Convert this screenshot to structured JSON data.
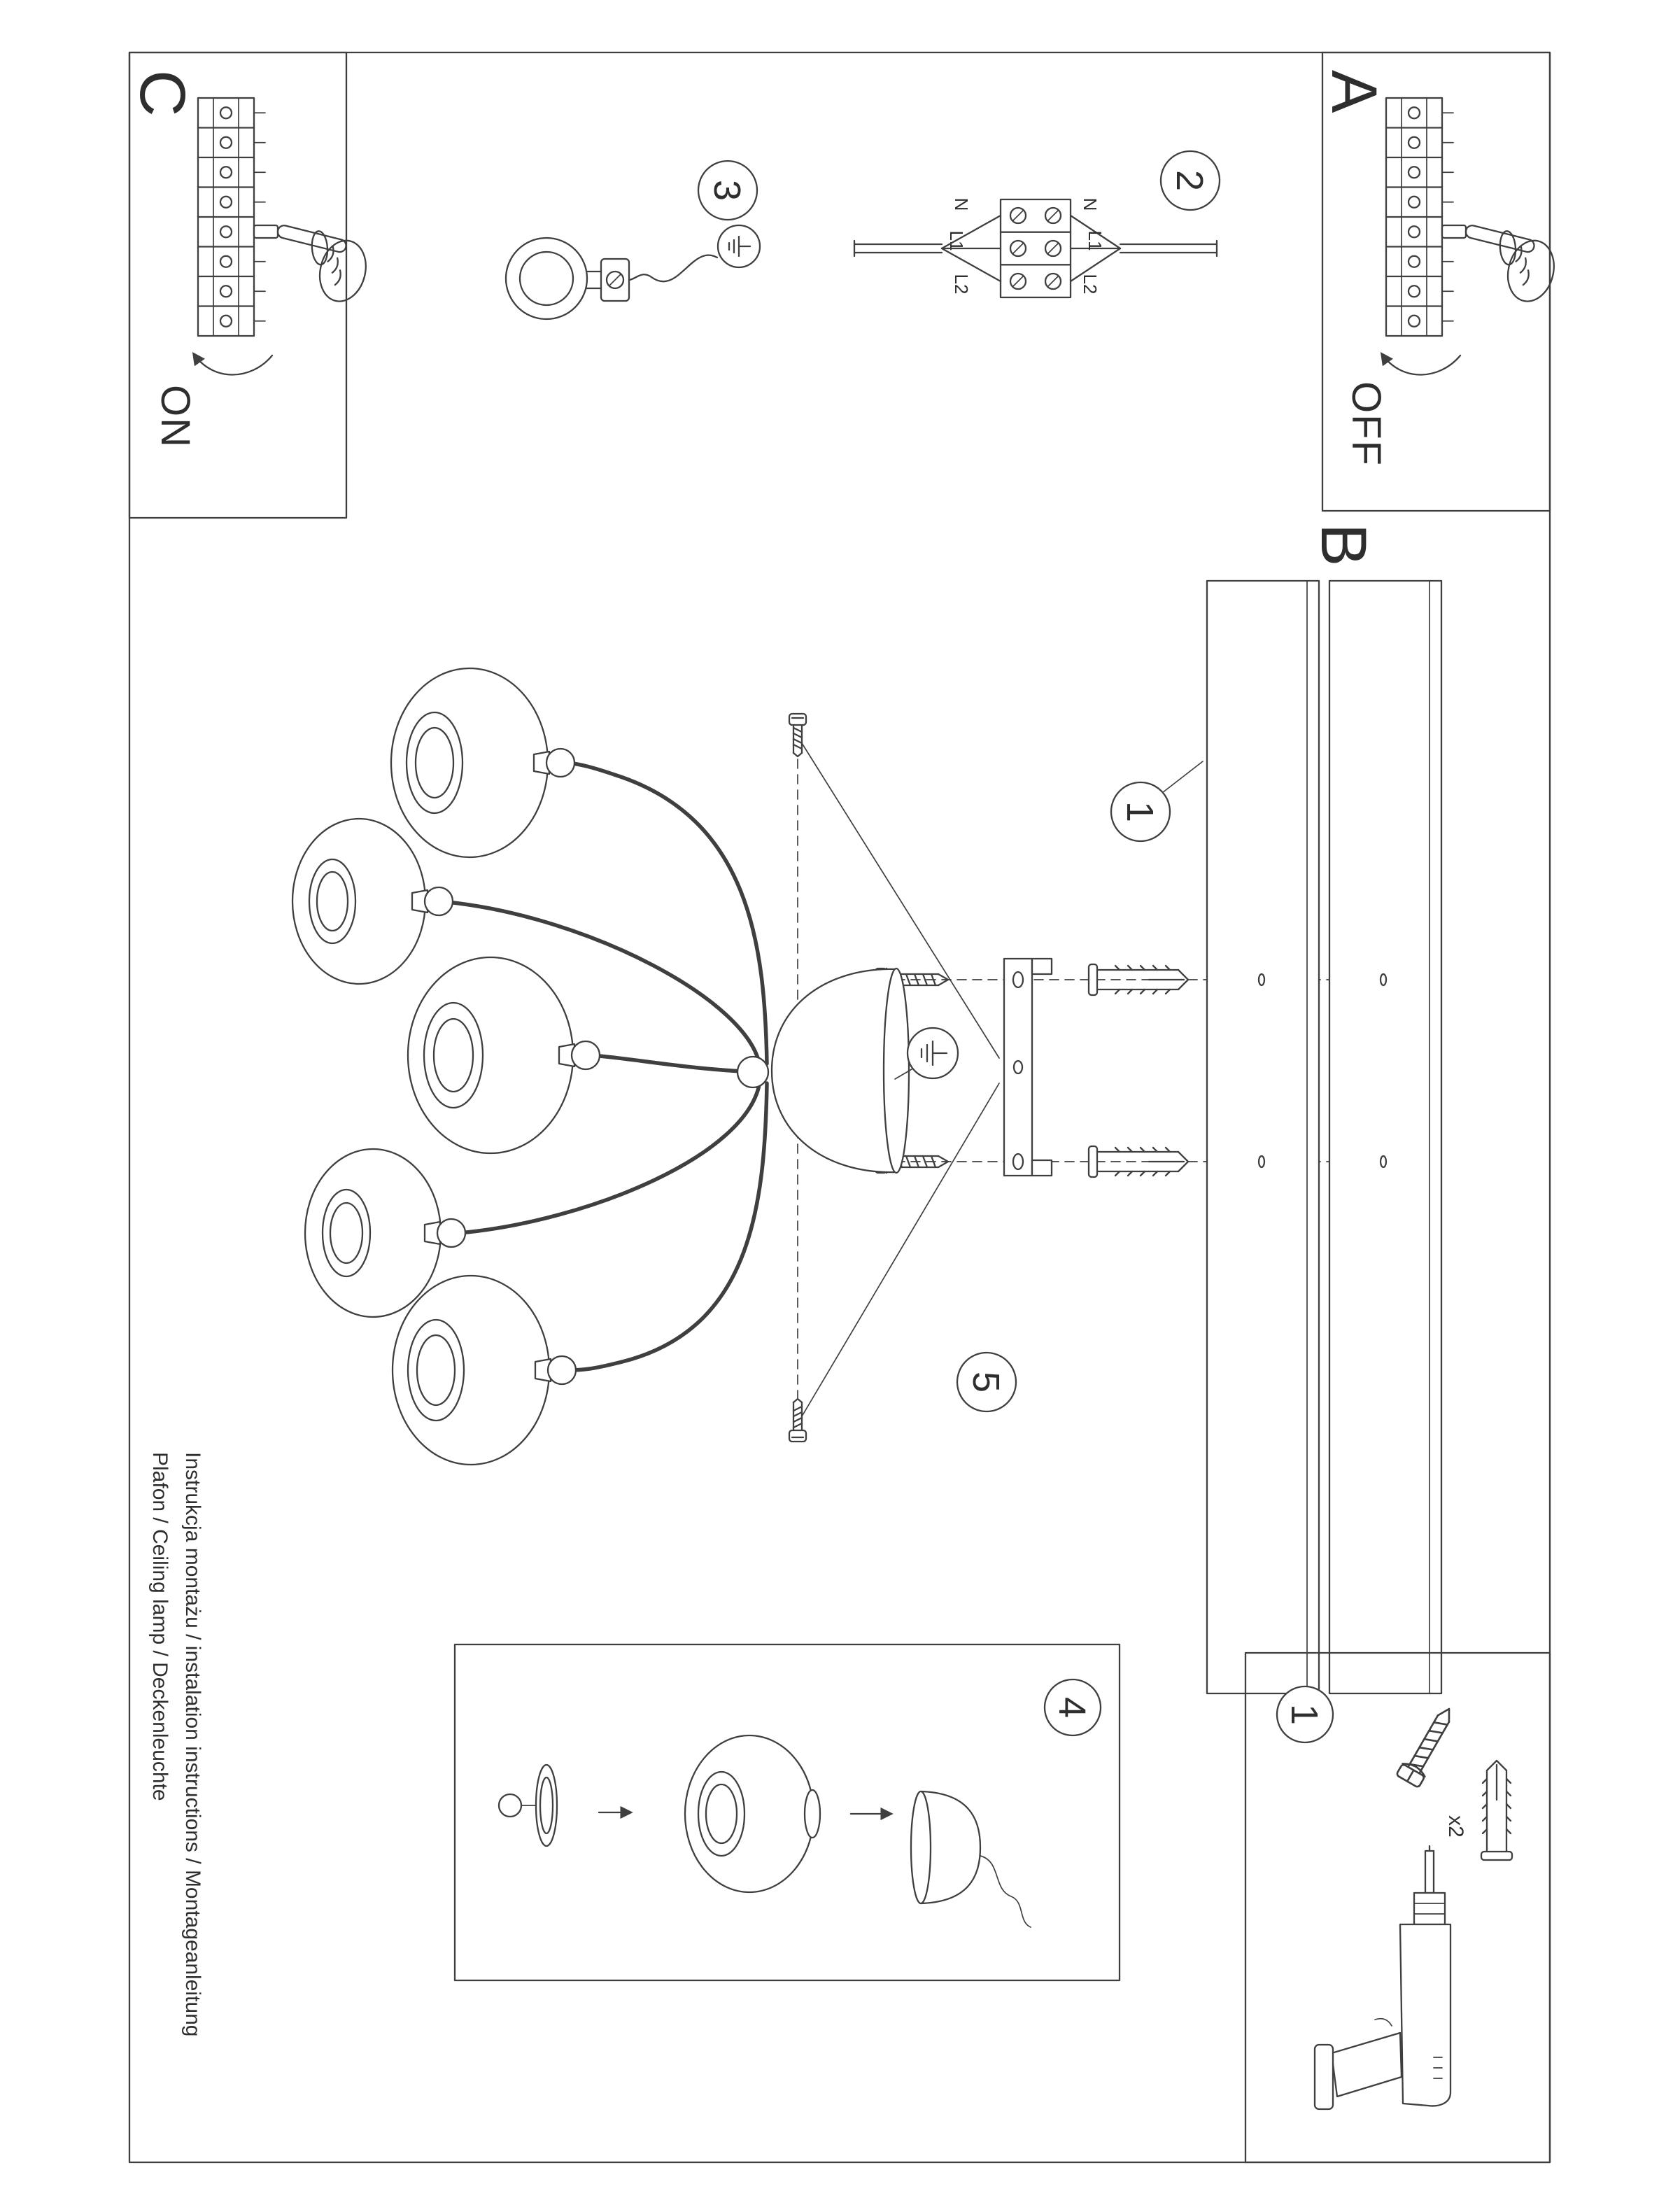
{
  "page": {
    "paper_color": "#ffffff",
    "ink_color": "#3f3f3f"
  },
  "sections": {
    "a": {
      "label": "A",
      "power_label": "OFF"
    },
    "b": {
      "label": "B"
    },
    "c": {
      "label": "C",
      "power_label": "ON"
    }
  },
  "step_numbers": {
    "one": "1",
    "two": "2",
    "three": "3",
    "four": "4",
    "five": "5"
  },
  "wiring_labels": {
    "top": [
      "N",
      "L1",
      "L2"
    ],
    "bottom": [
      "N",
      "L1",
      "L2"
    ]
  },
  "hardware": {
    "quantity": "x2"
  },
  "footer": {
    "line1": "Instrukcja montażu / instalation instructions / Montageanleitung",
    "line2": "Plafon / Ceiling lamp / Deckenleuchte"
  }
}
